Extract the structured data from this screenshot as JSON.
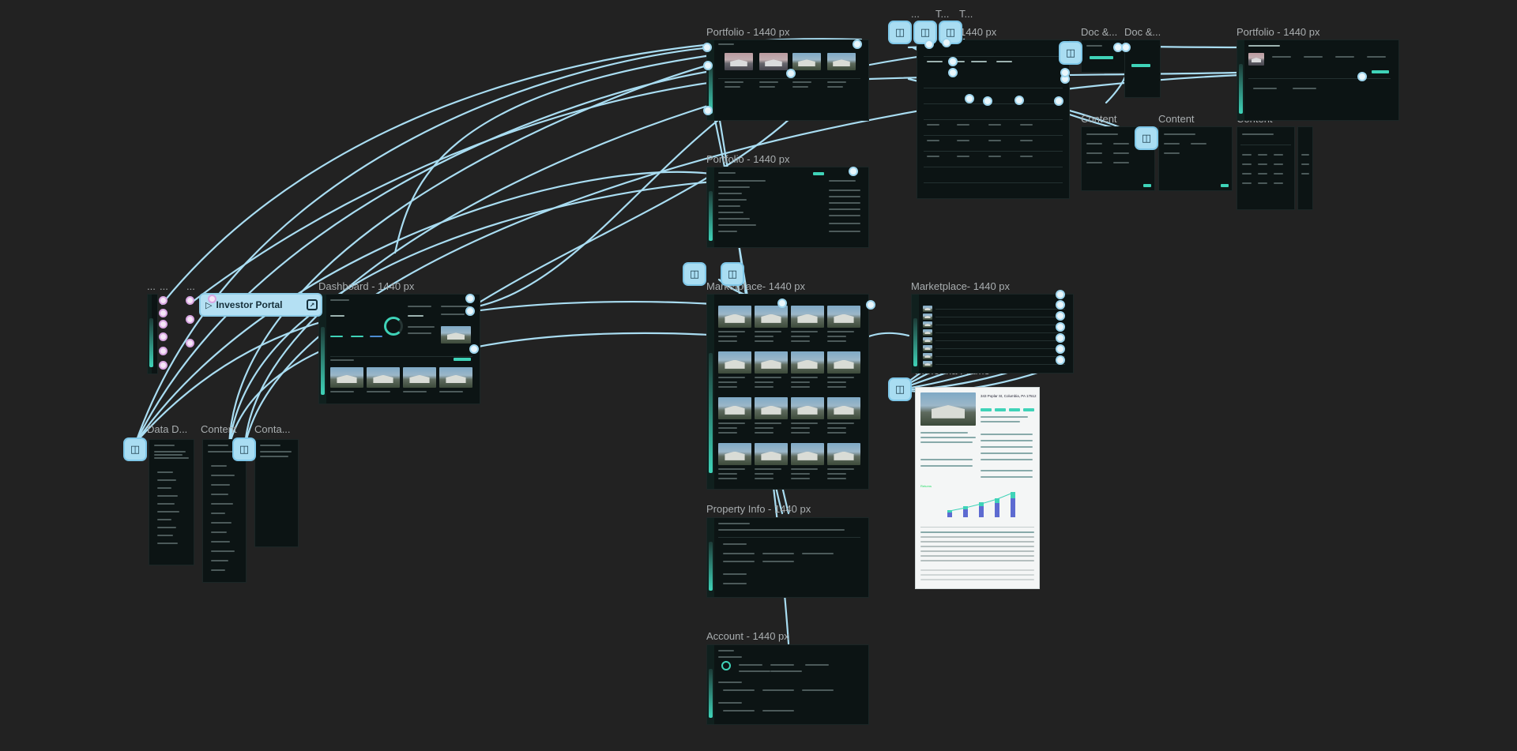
{
  "canvas": {
    "background": "#222222",
    "accent": "#3fd3b8",
    "connector_color": "#a9ddf2"
  },
  "frame_labels": {
    "portfolio_a": "Portfolio - 1440 px",
    "portfolio_b": "Portfolio - 1440 px",
    "portfolio_c": "Portfolio - 1440 px",
    "portfolio_d_fragment": "1440 px",
    "dashboard": "Dashboard - 1440 px",
    "marketplace_a": "Marketplace- 1440 px",
    "marketplace_b": "Marketplace- 1440 px",
    "proforma": "Proforma Frame",
    "property_info": "Property Info - 1440 px",
    "account": "Account - 1440 px",
    "data_d": "Data D...",
    "content_left": "Content",
    "conta": "Conta...",
    "doc_a": "Doc &...",
    "doc_b": "Doc &...",
    "content_mid_a": "Content",
    "content_mid_b": "Content",
    "content_right": "Content",
    "t_a": "T...",
    "t_b": "T...",
    "dots_top": "...",
    "dots_left_a": "...",
    "dots_left_b": "...",
    "dots_left_c": "..."
  },
  "flow_start": {
    "label": "Investor Portal",
    "icon": "play-flow-icon"
  },
  "proforma_frame": {
    "address": "343 Poplar St, Columbia, PA 17512",
    "chart_title": "Returns"
  }
}
